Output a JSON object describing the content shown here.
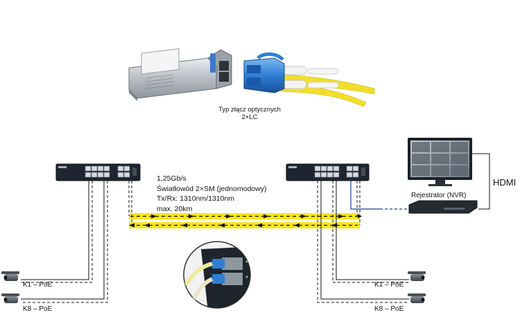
{
  "diagram": {
    "sfp_caption": {
      "line1": "Typ złącz optycznych",
      "line2": "2×LC"
    },
    "link_spec": {
      "lines": [
        "1,25Gb/s",
        "Światłowód 2×SM (jednomodowy)",
        "Tx/Rx: 1310nm/1310nm",
        "max. 20km"
      ]
    },
    "nvr_label": "Rejestrator (NVR)",
    "hdmi_label": "HDMI",
    "cameras_left": [
      "K1 – PoE",
      "K8 – PoE"
    ],
    "cameras_right": [
      "K1 – PoE",
      "K8 – PoE"
    ],
    "colors": {
      "fiber_yellow": "#f7e61a",
      "switch_body": "#1e2530",
      "nvr_link": "#1f3f9a",
      "lc_blue": "#2f7fd6"
    }
  }
}
